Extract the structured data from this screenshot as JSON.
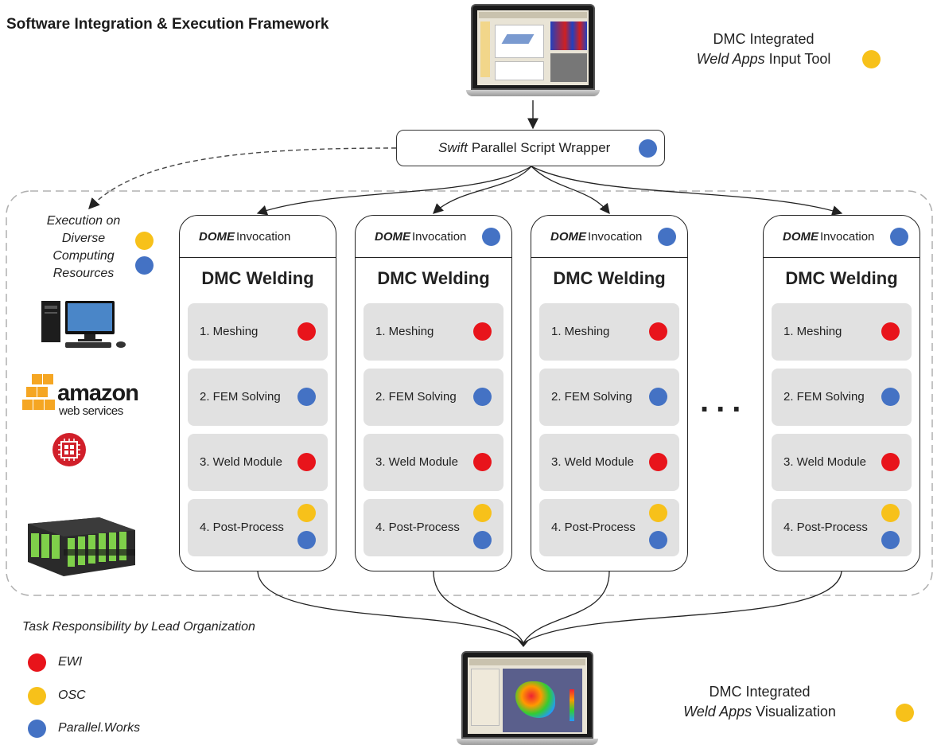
{
  "title": "Software Integration & Execution Framework",
  "colors": {
    "ewi": "#e8141b",
    "osc": "#f7c11a",
    "parallel_works": "#4472c4",
    "step_bg": "#e1e1e1"
  },
  "input_tool": {
    "line1": "DMC Integrated",
    "line2_italic": "Weld Apps",
    "line2_rest": "Input Tool"
  },
  "visualization": {
    "line1": "DMC Integrated",
    "line2_italic": "Weld Apps",
    "line2_rest": "Visualization"
  },
  "wrapper": {
    "italic": "Swift",
    "rest": "Parallel Script Wrapper"
  },
  "execution": {
    "lines": [
      "Execution on",
      "Diverse",
      "Computing",
      "Resources"
    ]
  },
  "resources": {
    "amazon_word": "amazon",
    "amazon_sub": "web services"
  },
  "columns": [
    {
      "dome": "DOME",
      "invocation": "Invocation",
      "title": "DMC Welding"
    },
    {
      "dome": "DOME",
      "invocation": "Invocation",
      "title": "DMC Welding"
    },
    {
      "dome": "DOME",
      "invocation": "Invocation",
      "title": "DMC Welding"
    },
    {
      "dome": "DOME",
      "invocation": "Invocation",
      "title": "DMC Welding"
    }
  ],
  "steps": [
    "1. Meshing",
    "2. FEM Solving",
    "3. Weld Module",
    "4. Post-Process"
  ],
  "ellipsis": "...",
  "legend": {
    "title": "Task Responsibility by Lead Organization",
    "items": [
      "EWI",
      "OSC",
      "Parallel.Works"
    ]
  }
}
